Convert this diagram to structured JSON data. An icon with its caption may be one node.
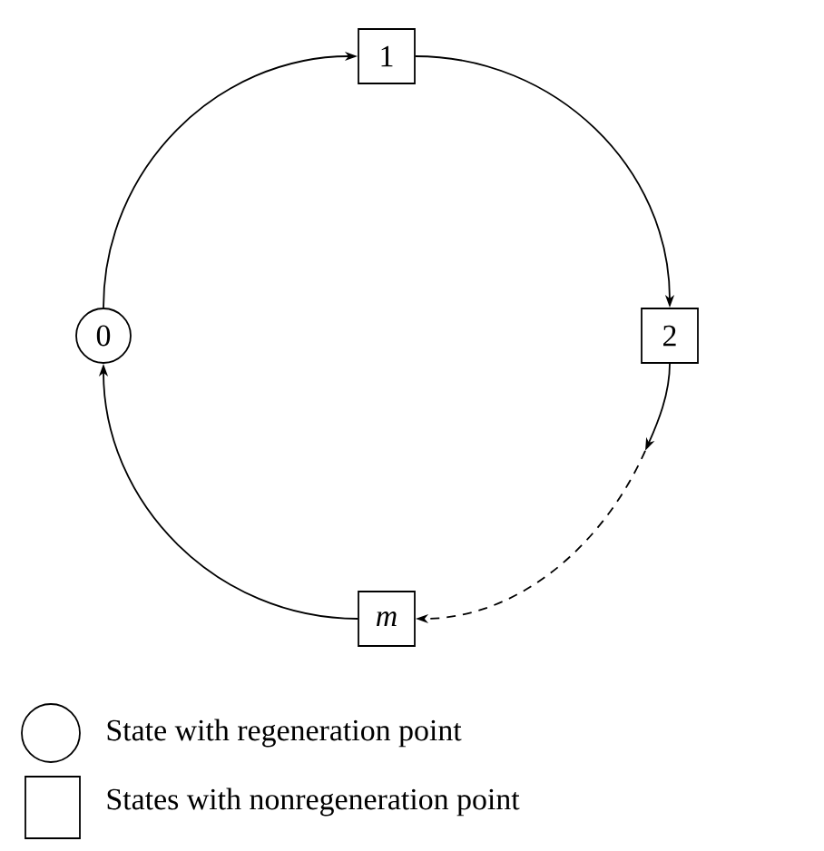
{
  "diagram": {
    "nodes": [
      {
        "text": [
          "0"
        ]
      },
      {
        "text": [
          "1"
        ]
      },
      {
        "text": [
          "2"
        ]
      },
      {
        "text": [
          "m"
        ]
      }
    ],
    "edges": [
      {
        "from": 0,
        "to": 1,
        "arrow": "to"
      },
      {
        "from": 1,
        "to": 2,
        "arrow": "to"
      },
      {
        "from": 2,
        "to": null,
        "arrow": "to"
      },
      {
        "from": null,
        "to": 3,
        "arrow": "to",
        "style": "dashed"
      },
      {
        "from": 3,
        "to": 0,
        "arrow": "to"
      }
    ],
    "legend": [
      {
        "text": "State with regeneration point"
      },
      {
        "text": "States with nonregeneration point"
      }
    ]
  }
}
